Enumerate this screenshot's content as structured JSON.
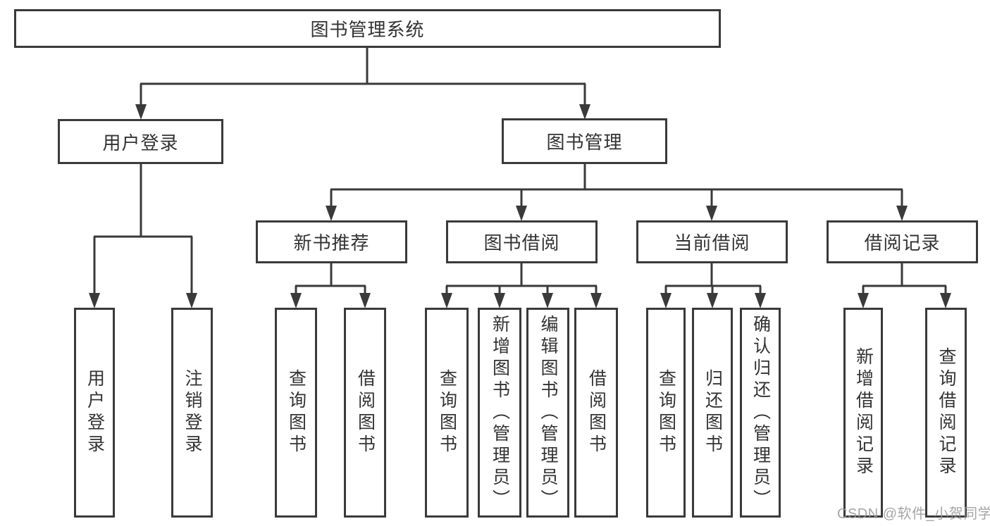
{
  "diagram": {
    "root": {
      "label": "图书管理系统"
    },
    "level1": [
      {
        "label": "用户登录",
        "parent": "图书管理系统"
      },
      {
        "label": "图书管理",
        "parent": "图书管理系统"
      }
    ],
    "level2": [
      {
        "label": "新书推荐",
        "parent": "图书管理"
      },
      {
        "label": "图书借阅",
        "parent": "图书管理"
      },
      {
        "label": "当前借阅",
        "parent": "图书管理"
      },
      {
        "label": "借阅记录",
        "parent": "图书管理"
      }
    ],
    "leaf_groups": [
      {
        "parent": "用户登录",
        "items": [
          {
            "label": "用户登录"
          },
          {
            "label": "注销登录"
          }
        ]
      },
      {
        "parent": "新书推荐",
        "items": [
          {
            "label": "查询图书"
          },
          {
            "label": "借阅图书"
          }
        ]
      },
      {
        "parent": "图书借阅",
        "items": [
          {
            "label": "查询图书"
          },
          {
            "label": "新增图书（管理员）"
          },
          {
            "label": "编辑图书（管理员）"
          },
          {
            "label": "借阅图书"
          }
        ]
      },
      {
        "parent": "当前借阅",
        "items": [
          {
            "label": "查询图书"
          },
          {
            "label": "归还图书"
          },
          {
            "label": "确认归还（管理员）"
          }
        ]
      },
      {
        "parent": "借阅记录",
        "items": [
          {
            "label": "新增借阅记录"
          },
          {
            "label": "查询借阅记录"
          }
        ]
      }
    ]
  },
  "watermark": "CSDN @软件_小贺同学",
  "colors": {
    "line": "#3a3a3a",
    "text": "#333333",
    "background": "#ffffff"
  }
}
